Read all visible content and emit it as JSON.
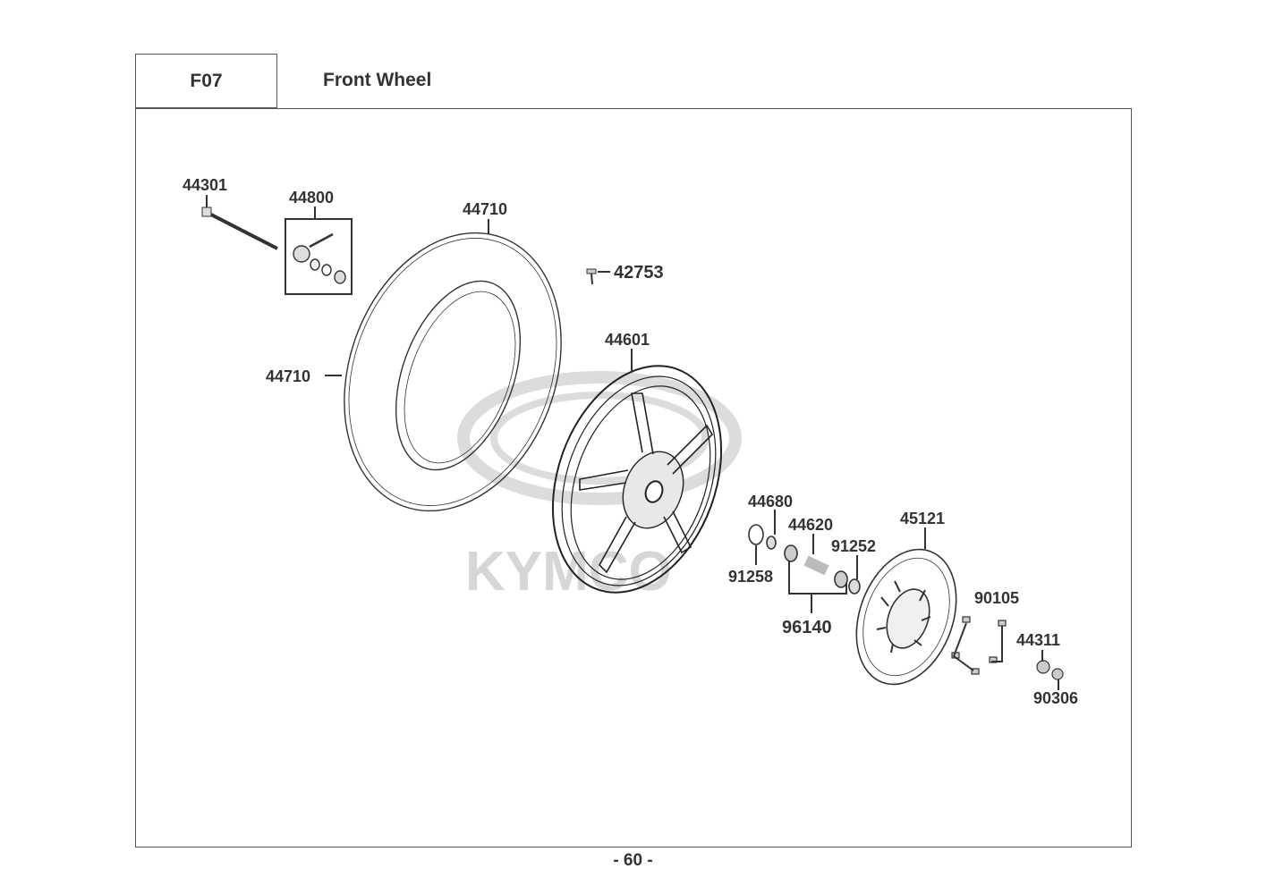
{
  "header": {
    "section_code": "F07",
    "title": "Front Wheel"
  },
  "watermark": {
    "brand": "KYMCO",
    "color": "#d9d9d9"
  },
  "parts": [
    {
      "id": "axle",
      "number": "44301"
    },
    {
      "id": "speedo-gear-kit",
      "number": "44800"
    },
    {
      "id": "tire-top",
      "number": "44710"
    },
    {
      "id": "tire-left",
      "number": "44710"
    },
    {
      "id": "valve",
      "number": "42753"
    },
    {
      "id": "wheel-rim",
      "number": "44601"
    },
    {
      "id": "dust-seal",
      "number": "44680"
    },
    {
      "id": "collar",
      "number": "44620"
    },
    {
      "id": "oil-seal-right",
      "number": "91252"
    },
    {
      "id": "oil-seal-left",
      "number": "91258"
    },
    {
      "id": "bearing-set",
      "number": "96140"
    },
    {
      "id": "brake-disc",
      "number": "45121"
    },
    {
      "id": "disc-bolt",
      "number": "90105"
    },
    {
      "id": "axle-collar",
      "number": "44311"
    },
    {
      "id": "axle-nut",
      "number": "90306"
    }
  ],
  "footer": {
    "page": "- 60 -"
  }
}
